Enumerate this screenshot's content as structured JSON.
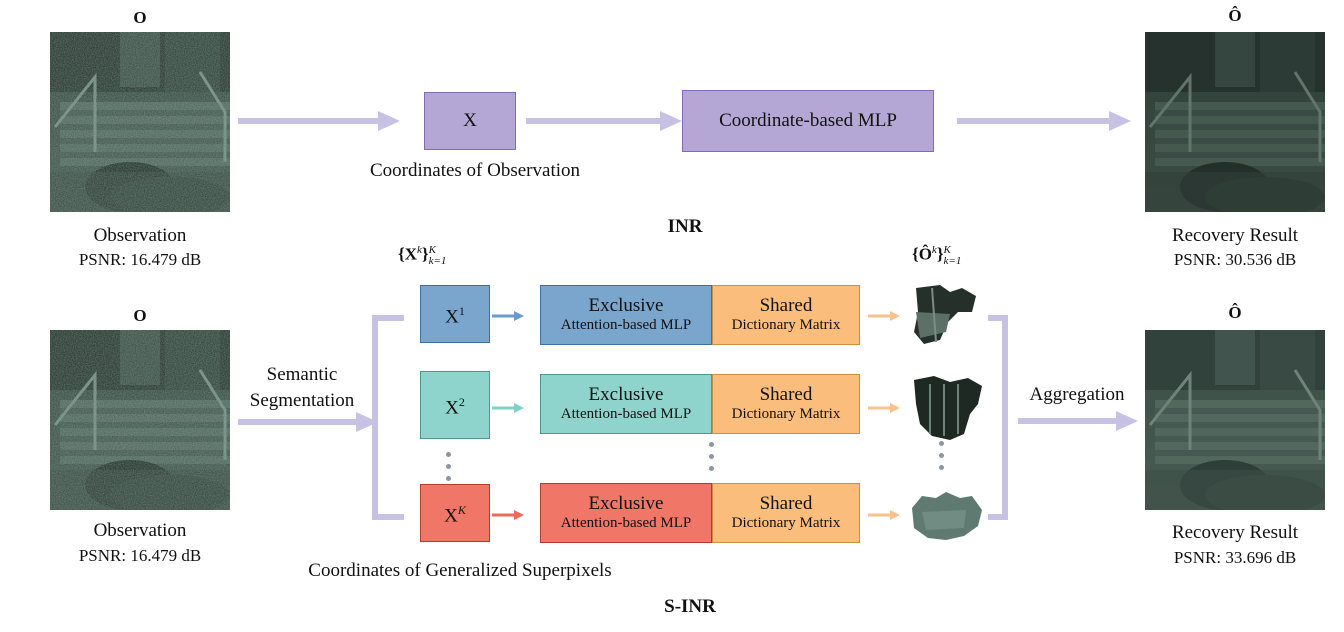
{
  "colors": {
    "lavender_arrow": "#c7c2e3",
    "lavender_box": "#b4a7d6",
    "lavender_border": "#7f6bb8",
    "blue_box": "#7aa6ce",
    "blue_border": "#3f6f9e",
    "teal_box": "#8fd4cc",
    "teal_border": "#4c9a8f",
    "red_box": "#f07668",
    "red_border": "#b53a2f",
    "orange_box": "#fbbd7b",
    "orange_border": "#d18d3e",
    "blue_arrow": "#6a9bd0",
    "teal_arrow": "#7fd0c6",
    "red_arrow": "#ec6c5a",
    "orange_arrow": "#f8c28a",
    "dots": "#8c96a0"
  },
  "inr": {
    "observation_symbol": "O",
    "observation_label": "Observation",
    "observation_psnr": "PSNR: 16.479 dB",
    "x_box": "X",
    "coordinates_caption": "Coordinates of Observation",
    "mlp_box": "Coordinate-based MLP",
    "result_symbol": "Ô",
    "result_label": "Recovery Result",
    "result_psnr": "PSNR: 30.536 dB",
    "section_title": "INR"
  },
  "sinr": {
    "observation_symbol": "O",
    "observation_label": "Observation",
    "observation_psnr": "PSNR: 16.479 dB",
    "segmentation_label_1": "Semantic",
    "segmentation_label_2": "Segmentation",
    "set_x_base": "{X",
    "set_x_sup": "k",
    "set_x_close": "}",
    "set_x_sub": "k=1",
    "set_x_supK": "K",
    "set_o_base": "{Ô",
    "set_o_sup": "k",
    "set_o_close": "}",
    "set_o_sub": "k=1",
    "set_o_supK": "K",
    "branches": [
      {
        "x_label": "X",
        "x_sup": "1",
        "exclusive": "Exclusive",
        "exclusive_sub": "Attention-based MLP",
        "shared": "Shared",
        "shared_sub": "Dictionary Matrix"
      },
      {
        "x_label": "X",
        "x_sup": "2",
        "exclusive": "Exclusive",
        "exclusive_sub": "Attention-based MLP",
        "shared": "Shared",
        "shared_sub": "Dictionary Matrix"
      },
      {
        "x_label": "X",
        "x_sup": "K",
        "exclusive": "Exclusive",
        "exclusive_sub": "Attention-based MLP",
        "shared": "Shared",
        "shared_sub": "Dictionary Matrix"
      }
    ],
    "aggregation_label": "Aggregation",
    "superpixel_caption": "Coordinates of Generalized Superpixels",
    "result_symbol": "Ô",
    "result_label": "Recovery Result",
    "result_psnr": "PSNR: 33.696 dB",
    "section_title": "S-INR"
  }
}
